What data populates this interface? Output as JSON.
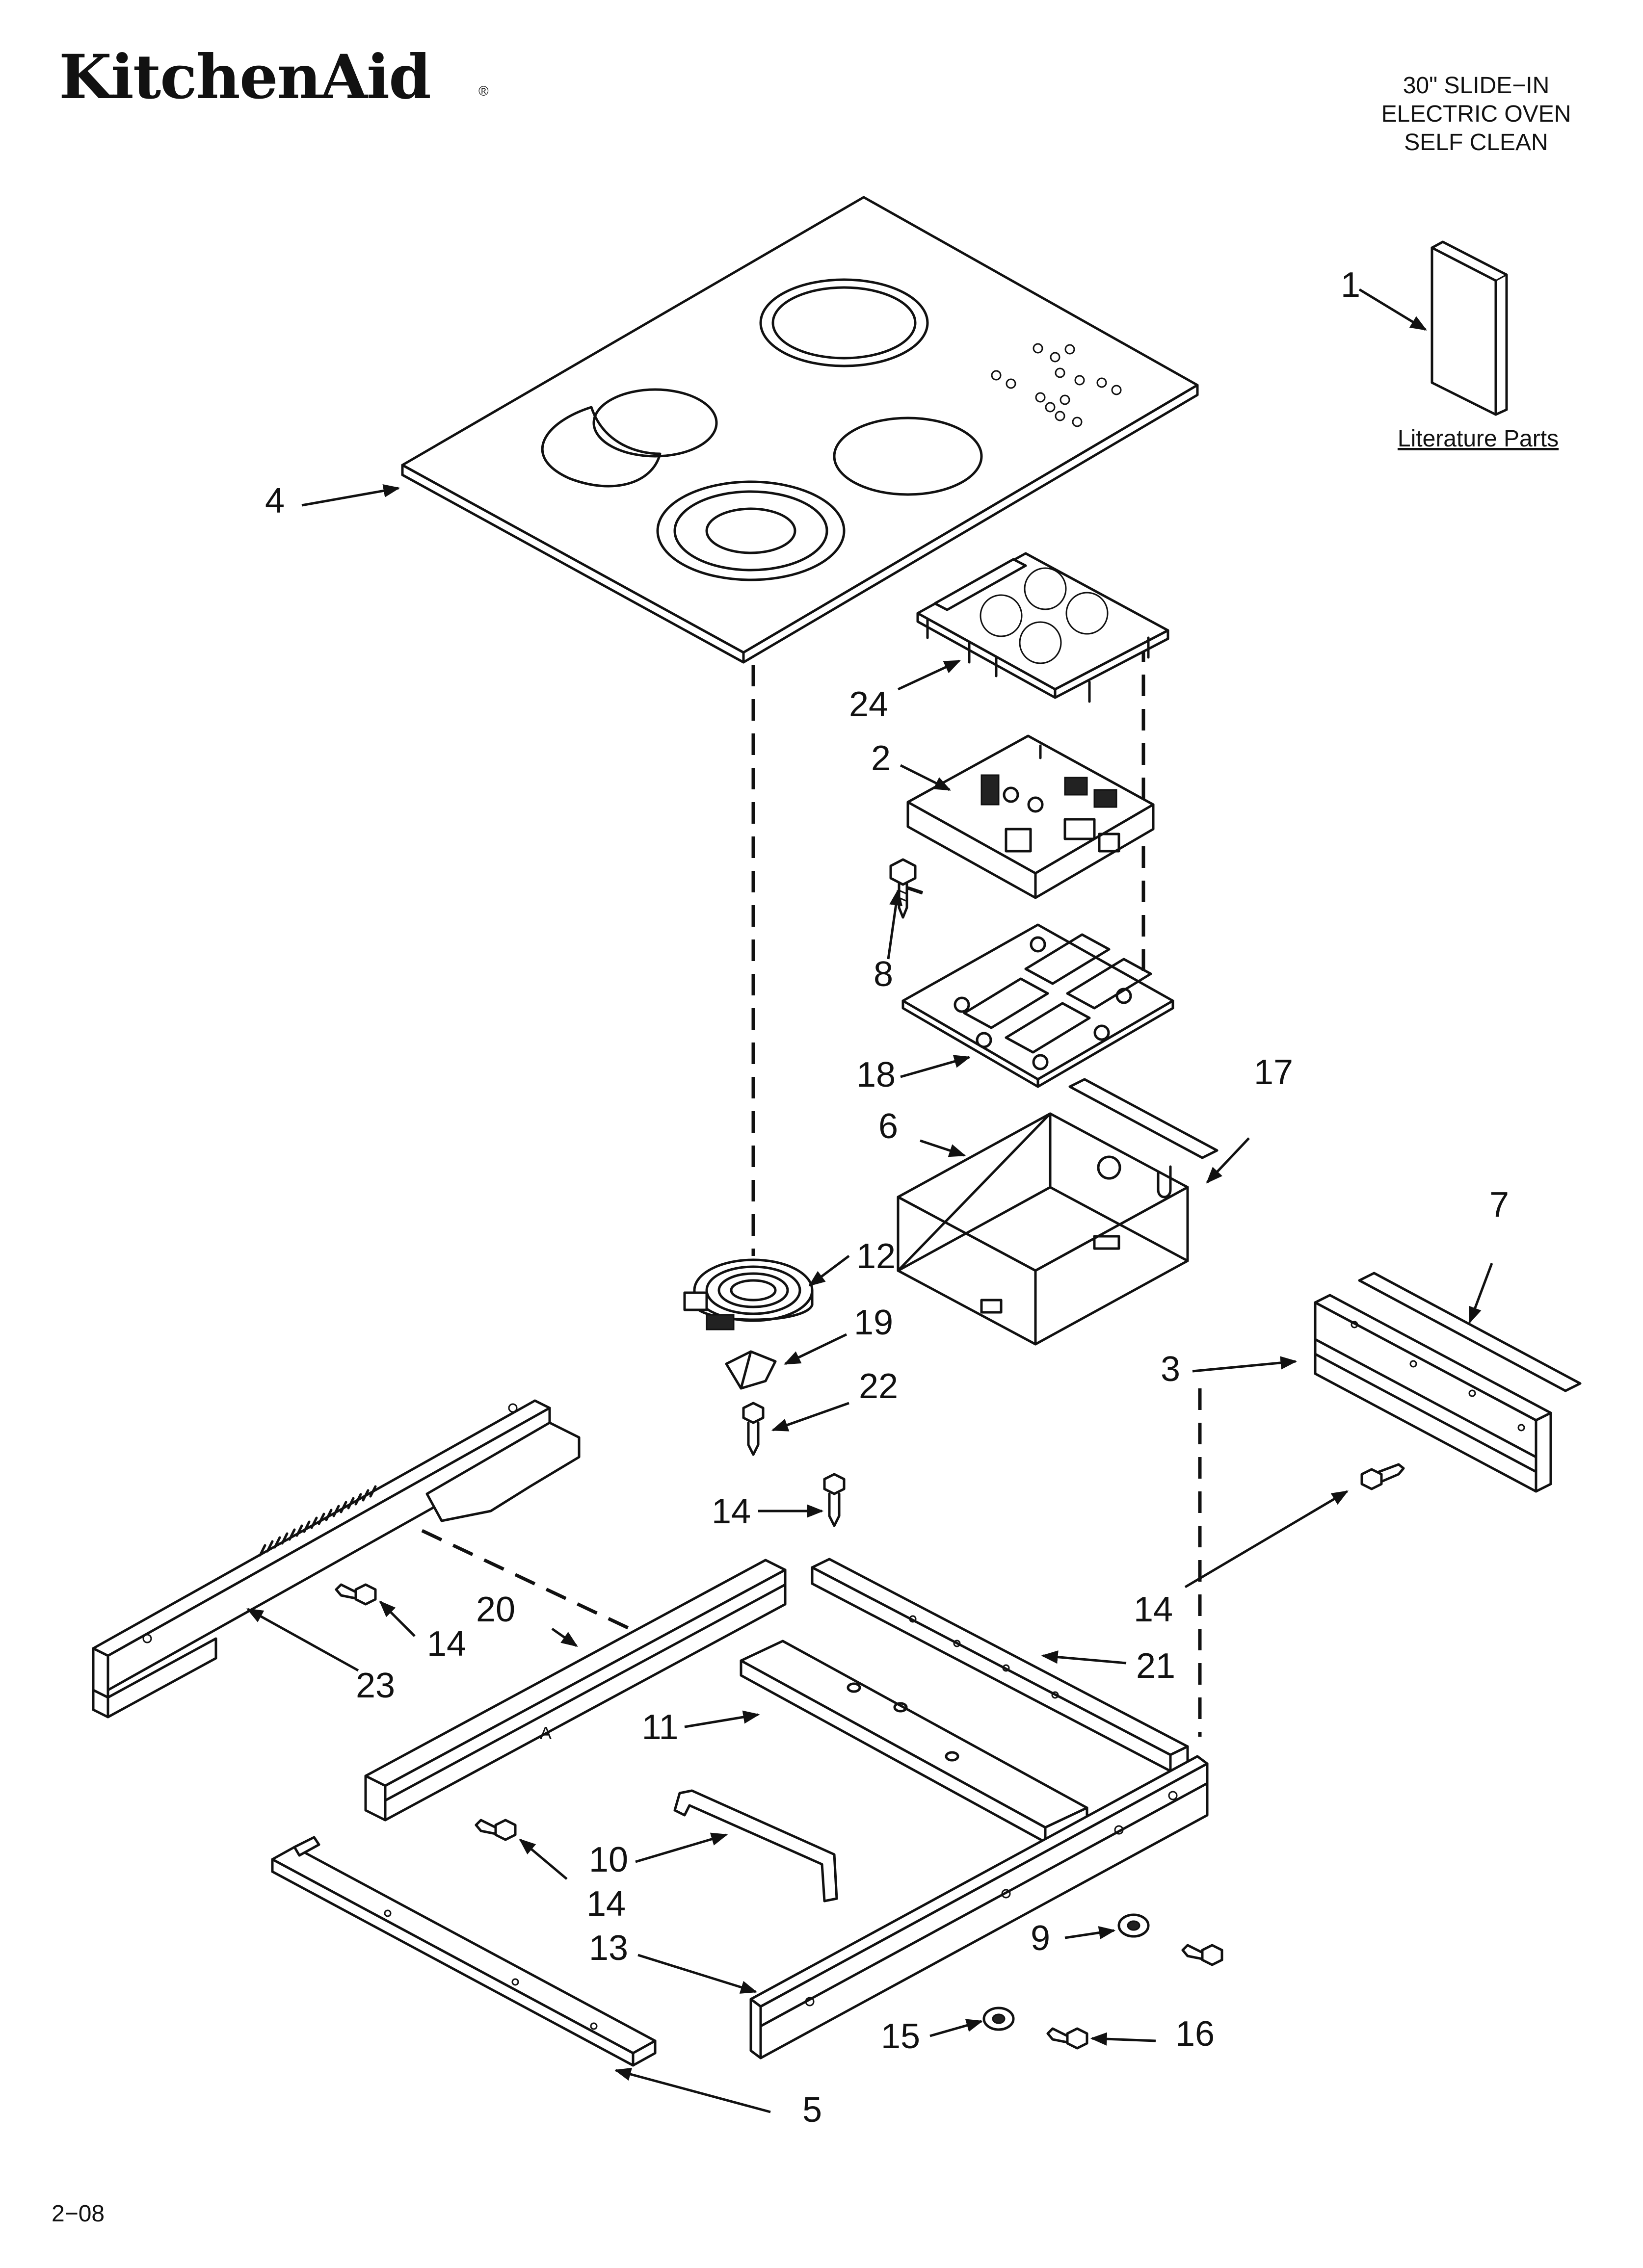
{
  "brand": "KitchenAid",
  "brand_mark": "®",
  "header": {
    "line1": "30\" SLIDE−IN",
    "line2": "ELECTRIC OVEN",
    "line3": "SELF CLEAN"
  },
  "literature_label": "Literature Parts",
  "footer_code": "2−08",
  "callouts": {
    "c1": "1",
    "c2": "2",
    "c3": "3",
    "c4": "4",
    "c5": "5",
    "c6": "6",
    "c7": "7",
    "c8": "8",
    "c9": "9",
    "c10": "10",
    "c11": "11",
    "c12": "12",
    "c13": "13",
    "c14a": "14",
    "c14b": "14",
    "c14c": "14",
    "c14d": "14",
    "c15": "15",
    "c16": "16",
    "c17": "17",
    "c18": "18",
    "c19": "19",
    "c20": "20",
    "c21": "21",
    "c22": "22",
    "c23": "23",
    "c24": "24"
  }
}
